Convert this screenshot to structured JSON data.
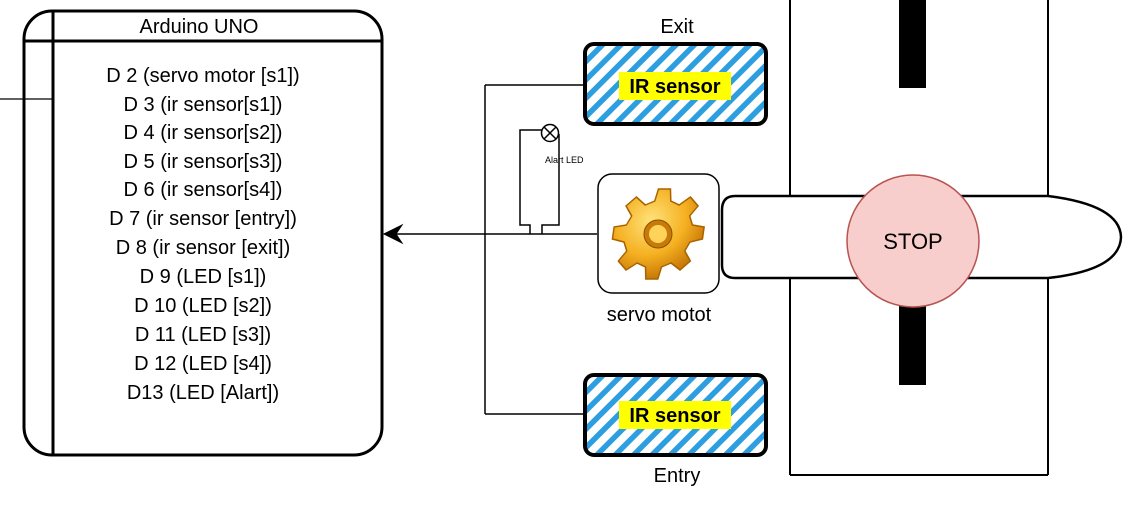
{
  "arduino": {
    "title": "Arduino UNO",
    "pins": [
      "D 2 (servo motor [s1])",
      "D 3 (ir sensor[s1])",
      "D 4 (ir sensor[s2])",
      "D 5 (ir sensor[s3])",
      "D 6 (ir sensor[s4])",
      "D 7 (ir sensor [entry])",
      "D 8 (ir sensor [exit])",
      "D 9 (LED [s1])",
      "D 10 (LED [s2])",
      "D 11 (LED [s3])",
      "D 12 (LED [s4])",
      "D13 (LED [Alart])"
    ]
  },
  "sensors": {
    "exit_label": "Exit",
    "exit_sensor_label": "IR sensor",
    "entry_label": "Entry",
    "entry_sensor_label": "IR sensor"
  },
  "led": {
    "label": "Alart LED",
    "icon": "lamp-icon"
  },
  "servo": {
    "label": "servo motot",
    "icon": "gear-icon"
  },
  "gate": {
    "stop_label": "STOP"
  },
  "colors": {
    "hatch": "#2d9ee0",
    "highlight": "#ffff00",
    "stop_fill": "#f8cecc",
    "stop_stroke": "#b85450",
    "gear": "#f0a818"
  }
}
